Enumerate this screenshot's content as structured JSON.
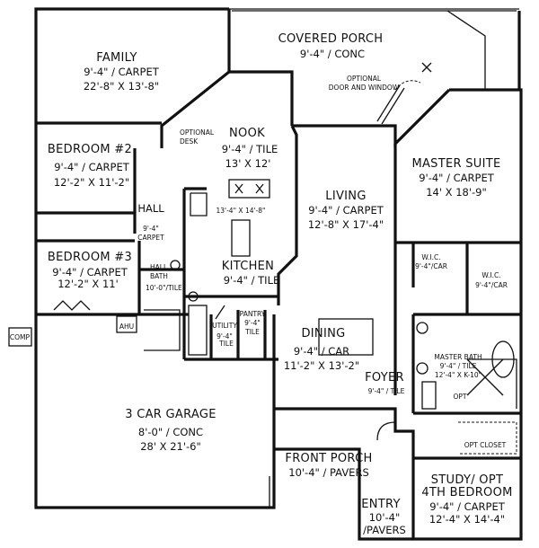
{
  "rooms": {
    "family": {
      "name": "FAMILY",
      "line1": "9'-4\" / CARPET",
      "line2": "22'-8\" X 13'-8\""
    },
    "covered_porch": {
      "name": "COVERED PORCH",
      "line1": "9'-4\" / CONC"
    },
    "optional_door": {
      "line1": "OPTIONAL",
      "line2": "DOOR AND WINDOW"
    },
    "optional_desk": {
      "line1": "OPTIONAL",
      "line2": "DESK"
    },
    "nook": {
      "name": "NOOK",
      "line1": "9'-4\" / TILE",
      "line2": "13' X 12'"
    },
    "bedroom2": {
      "name": "BEDROOM #2",
      "line1": "9'-4\" / CARPET",
      "line2": "12'-2\" X 11'-2\""
    },
    "master_suite": {
      "name": "MASTER SUITE",
      "line1": "9'-4\" / CARPET",
      "line2": "14' X 18'-9\""
    },
    "hall": {
      "name": "HALL",
      "line1": "9'-4\"",
      "line2": "CARPET"
    },
    "kitchen_dims": {
      "line1": "13'-4\" X 14'-8\""
    },
    "living": {
      "name": "LIVING",
      "line1": "9'-4\" / CARPET",
      "line2": "12'-8\" X 17'-4\""
    },
    "bedroom3": {
      "name": "BEDROOM #3",
      "line1": "9'-4\" / CARPET",
      "line2": "12'-2\" X 11'"
    },
    "hall_bath": {
      "line1": "HALL",
      "line2": "BATH",
      "line3": "10'-0\"/TILE"
    },
    "kitchen": {
      "name": "KITCHEN",
      "line1": "9'-4\" / TILE"
    },
    "wic1": {
      "line1": "W.I.C.",
      "line2": "9'-4\"/CAR"
    },
    "wic2": {
      "line1": "W.I.C.",
      "line2": "9'-4\"/CAR"
    },
    "utility": {
      "line1": "UTILITY",
      "line2": "9'-4\"",
      "line3": "TILE"
    },
    "pantry": {
      "line1": "PANTRY",
      "line2": "9'-4\"",
      "line3": "TILE"
    },
    "ahu": {
      "line1": "AHU"
    },
    "comp": {
      "line1": "COMP"
    },
    "dining": {
      "name": "DINING",
      "line1": "9'-4\" / CAR",
      "line2": "11'-2\" X 13'-2\""
    },
    "master_bath": {
      "line1": "MASTER BATH",
      "line2": "9'-4\" / TILE",
      "line3": "12'-4\" X K-10\""
    },
    "opt": {
      "line1": "OPT"
    },
    "foyer": {
      "name": "FOYER",
      "line1": "9'-4\" / TILE"
    },
    "garage": {
      "name": "3 CAR GARAGE",
      "line1": "8'-0\" / CONC",
      "line2": "28' X 21'-6\""
    },
    "opt_closet": {
      "line1": "OPT CLOSET"
    },
    "front_porch": {
      "name": "FRONT PORCH",
      "line1": "10'-4\" / PAVERS"
    },
    "study": {
      "name": "STUDY/ OPT",
      "line1": "4TH BEDROOM",
      "line2": "9'-4\" / CARPET",
      "line3": "12'-4\" X 14'-4\""
    },
    "entry": {
      "name": "ENTRY",
      "line1": "10'-4\"",
      "line2": "/PAVERS"
    }
  }
}
